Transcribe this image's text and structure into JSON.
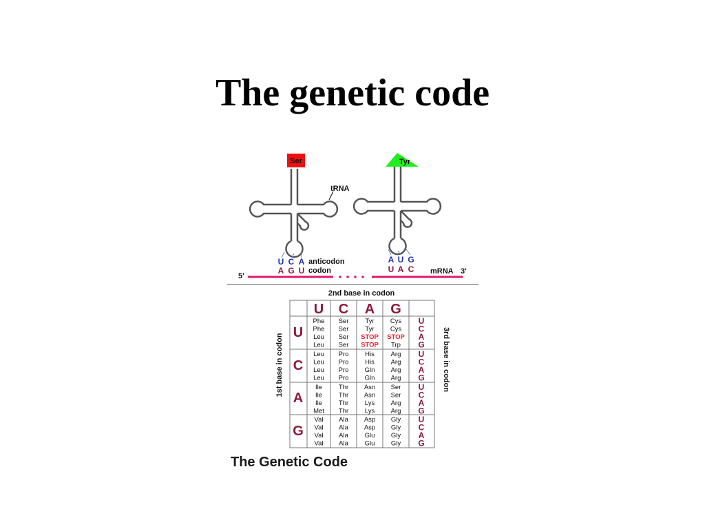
{
  "slide": {
    "title": "The genetic code"
  },
  "trna": {
    "label": "tRNA",
    "left": {
      "amino_acid": "Ser",
      "color": "#ee1111",
      "anticodon": [
        "U",
        "C",
        "A"
      ],
      "codon": [
        "A",
        "G",
        "U"
      ]
    },
    "right": {
      "amino_acid": "Tyr",
      "color": "#22ee22",
      "anticodon": [
        "A",
        "U",
        "G"
      ],
      "codon": [
        "U",
        "A",
        "C"
      ]
    },
    "anticodon_label": "anticodon",
    "codon_label": "codon",
    "five_prime": "5'",
    "mrna_label": "mRNA",
    "three_prime": "3'",
    "mrna_color": "#e0196a"
  },
  "table": {
    "second_base_label": "2nd base in codon",
    "first_base_label": "1st base in codon",
    "third_base_label": "3rd base in codon",
    "second_bases": [
      "U",
      "C",
      "A",
      "G"
    ],
    "first_bases": [
      "U",
      "C",
      "A",
      "G"
    ],
    "third_bases": [
      "U",
      "C",
      "A",
      "G"
    ],
    "rows": [
      [
        [
          "Phe",
          "Phe",
          "Leu",
          "Leu"
        ],
        [
          "Ser",
          "Ser",
          "Ser",
          "Ser"
        ],
        [
          "Tyr",
          "Tyr",
          "STOP",
          "STOP"
        ],
        [
          "Cys",
          "Cys",
          "STOP",
          "Trp"
        ]
      ],
      [
        [
          "Leu",
          "Leu",
          "Leu",
          "Leu"
        ],
        [
          "Pro",
          "Pro",
          "Pro",
          "Pro"
        ],
        [
          "His",
          "His",
          "Gln",
          "Gln"
        ],
        [
          "Arg",
          "Arg",
          "Arg",
          "Arg"
        ]
      ],
      [
        [
          "Ile",
          "Ile",
          "Ile",
          "Met"
        ],
        [
          "Thr",
          "Thr",
          "Thr",
          "Thr"
        ],
        [
          "Asn",
          "Asn",
          "Lys",
          "Lys"
        ],
        [
          "Ser",
          "Ser",
          "Arg",
          "Arg"
        ]
      ],
      [
        [
          "Val",
          "Val",
          "Val",
          "Val"
        ],
        [
          "Ala",
          "Ala",
          "Ala",
          "Ala"
        ],
        [
          "Asp",
          "Asp",
          "Glu",
          "Glu"
        ],
        [
          "Gly",
          "Gly",
          "Gly",
          "Gly"
        ]
      ]
    ],
    "stop_color": "#e8202a",
    "base_color": "#8b1a3a"
  },
  "caption": "The Genetic Code"
}
